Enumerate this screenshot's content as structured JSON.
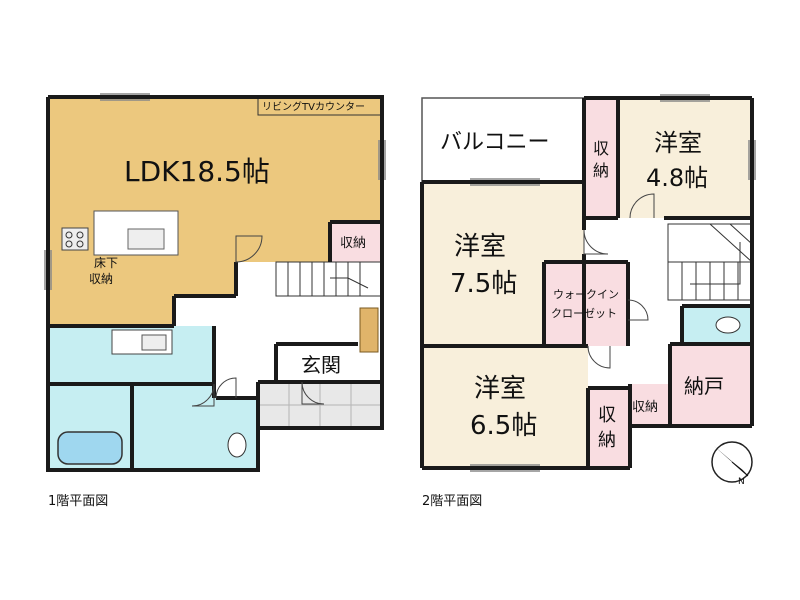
{
  "floor1": {
    "caption": "1階平面図",
    "ldk": "LDK18.5帖",
    "tv_counter": "リビングTVカウンター",
    "ldk_storage": "収納",
    "underfloor_storage_1": "床下",
    "underfloor_storage_2": "収納",
    "entrance": "玄関"
  },
  "floor2": {
    "caption": "2階平面図",
    "balcony": "バルコニー",
    "storage_a": [
      "収",
      "納"
    ],
    "room_a_name": "洋室",
    "room_a_size": "4.8帖",
    "room_b_name": "洋室",
    "room_b_size": "7.5帖",
    "walkin_1": "ウォークイン",
    "walkin_2": "クローゼット",
    "room_c_name": "洋室",
    "room_c_size": "6.5帖",
    "storage_b": [
      "収",
      "納"
    ],
    "storage_c": "収納",
    "nando": "納戸"
  },
  "compass": {
    "north": "N"
  },
  "colors": {
    "ldk": "#ecc87e",
    "western_room": "#f8efdb",
    "storage": "#f9dde1",
    "water": "#c6eef2",
    "corridor": "#ffffff",
    "wall": "#1a1a1a"
  }
}
